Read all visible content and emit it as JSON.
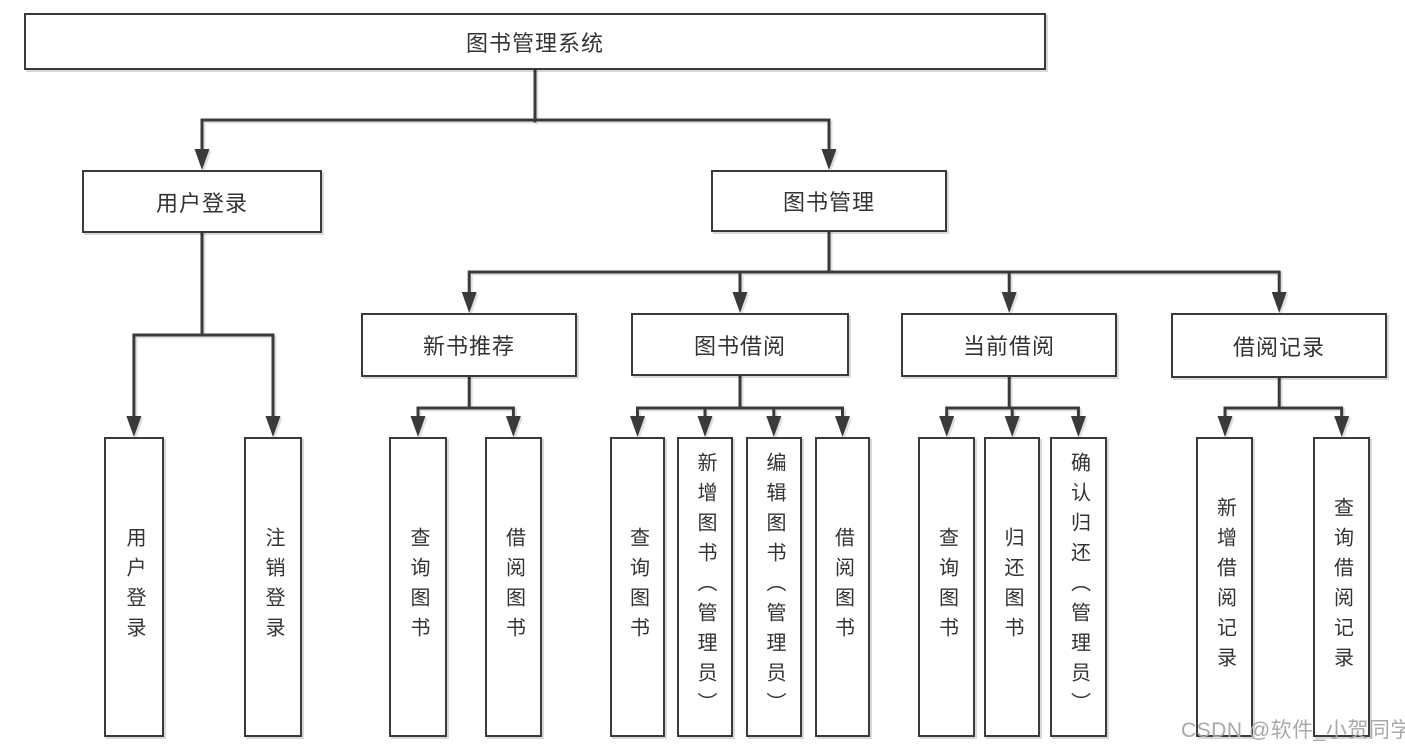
{
  "colors": {
    "line": "#3a3a3a",
    "box_border": "#3a3a3a",
    "text": "#333333",
    "background": "#ffffff",
    "watermark": "#a9a9a9"
  },
  "watermark": "CSDN @软件_小贺同学",
  "diagram": {
    "type": "hierarchy-tree",
    "title": "图书管理系统",
    "branches": [
      {
        "label": "用户登录",
        "children": [
          {
            "label": "用户登录"
          },
          {
            "label": "注销登录"
          }
        ]
      },
      {
        "label": "图书管理",
        "children": [
          {
            "label": "新书推荐",
            "children": [
              {
                "label": "查询图书"
              },
              {
                "label": "借阅图书"
              }
            ]
          },
          {
            "label": "图书借阅",
            "children": [
              {
                "label": "查询图书"
              },
              {
                "label": "新增图书（管理员）"
              },
              {
                "label": "编辑图书（管理员）"
              },
              {
                "label": "借阅图书"
              }
            ]
          },
          {
            "label": "当前借阅",
            "children": [
              {
                "label": "查询图书"
              },
              {
                "label": "归还图书"
              },
              {
                "label": "确认归还（管理员）"
              }
            ]
          },
          {
            "label": "借阅记录",
            "children": [
              {
                "label": "新增借阅记录"
              },
              {
                "label": "查询借阅记录"
              }
            ]
          }
        ]
      }
    ]
  }
}
